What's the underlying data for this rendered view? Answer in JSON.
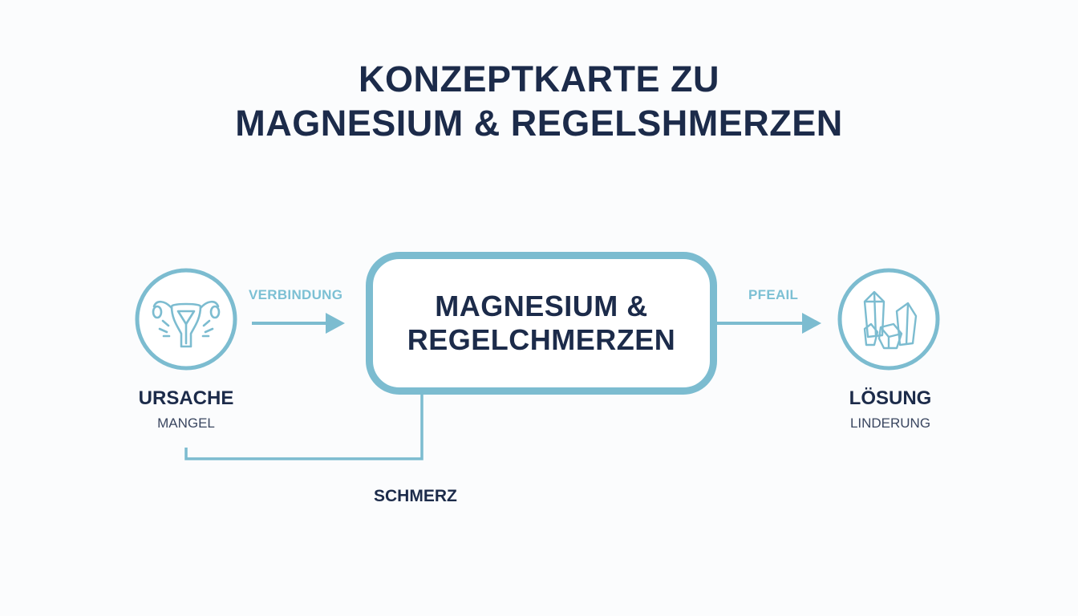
{
  "title": {
    "line1": "KONZEPTKARTE ZU",
    "line2": "MAGNESIUM & REGELSHMERZEN"
  },
  "center_node": {
    "line1": "MAGNΕSIUM &",
    "line2": "REGELCHMERZEN"
  },
  "left_node": {
    "label": "URSACHE",
    "sublabel": "MANGEL",
    "icon": "uterus-icon"
  },
  "right_node": {
    "label": "LÖSUNG",
    "sublabel": "LINDERUNG",
    "icon": "crystal-icon"
  },
  "edges": {
    "left_label": "VERBINDUNG",
    "right_label": "PFEAIL",
    "bottom_label": "SCHMERZ"
  },
  "colors": {
    "accent": "#7cbcd0",
    "text": "#1c2b4a",
    "background": "#fbfcfd"
  }
}
